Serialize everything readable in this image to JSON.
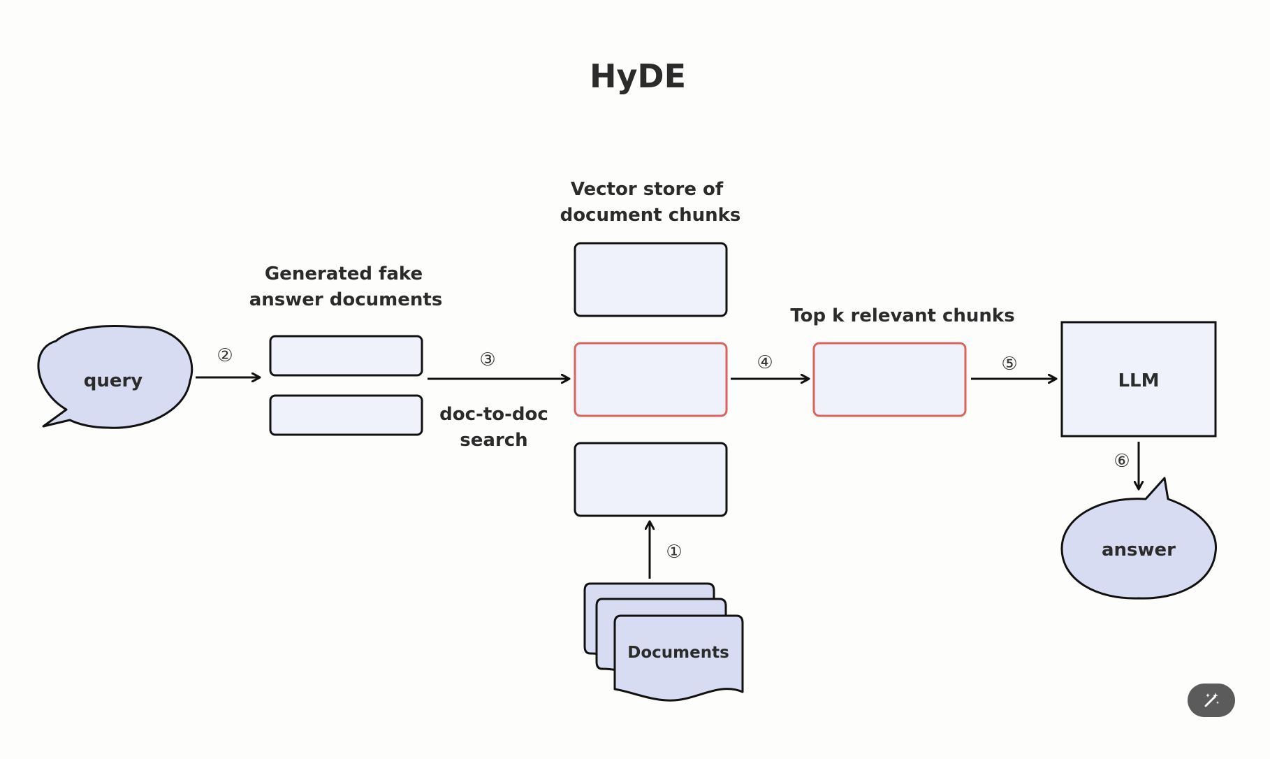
{
  "title": "HyDE",
  "labels": {
    "generated_line1": "Generated fake",
    "generated_line2": "answer documents",
    "vector_line1": "Vector store of",
    "vector_line2": "document chunks",
    "topk": "Top k relevant chunks",
    "search_line1": "doc-to-doc",
    "search_line2": "search"
  },
  "nodes": {
    "query": "query",
    "llm": "LLM",
    "answer": "answer",
    "documents": "Documents"
  },
  "steps": {
    "s1": "①",
    "s2": "②",
    "s3": "③",
    "s4": "④",
    "s5": "⑤",
    "s6": "⑥"
  },
  "colors": {
    "bubble_fill": "#d7dcf2",
    "box_fill": "#eff2fb",
    "highlight_stroke": "#d9635f",
    "stroke": "#111111",
    "button_bg": "#5b5b5b"
  },
  "icons": {
    "edit_button": "magic-wand-icon"
  }
}
